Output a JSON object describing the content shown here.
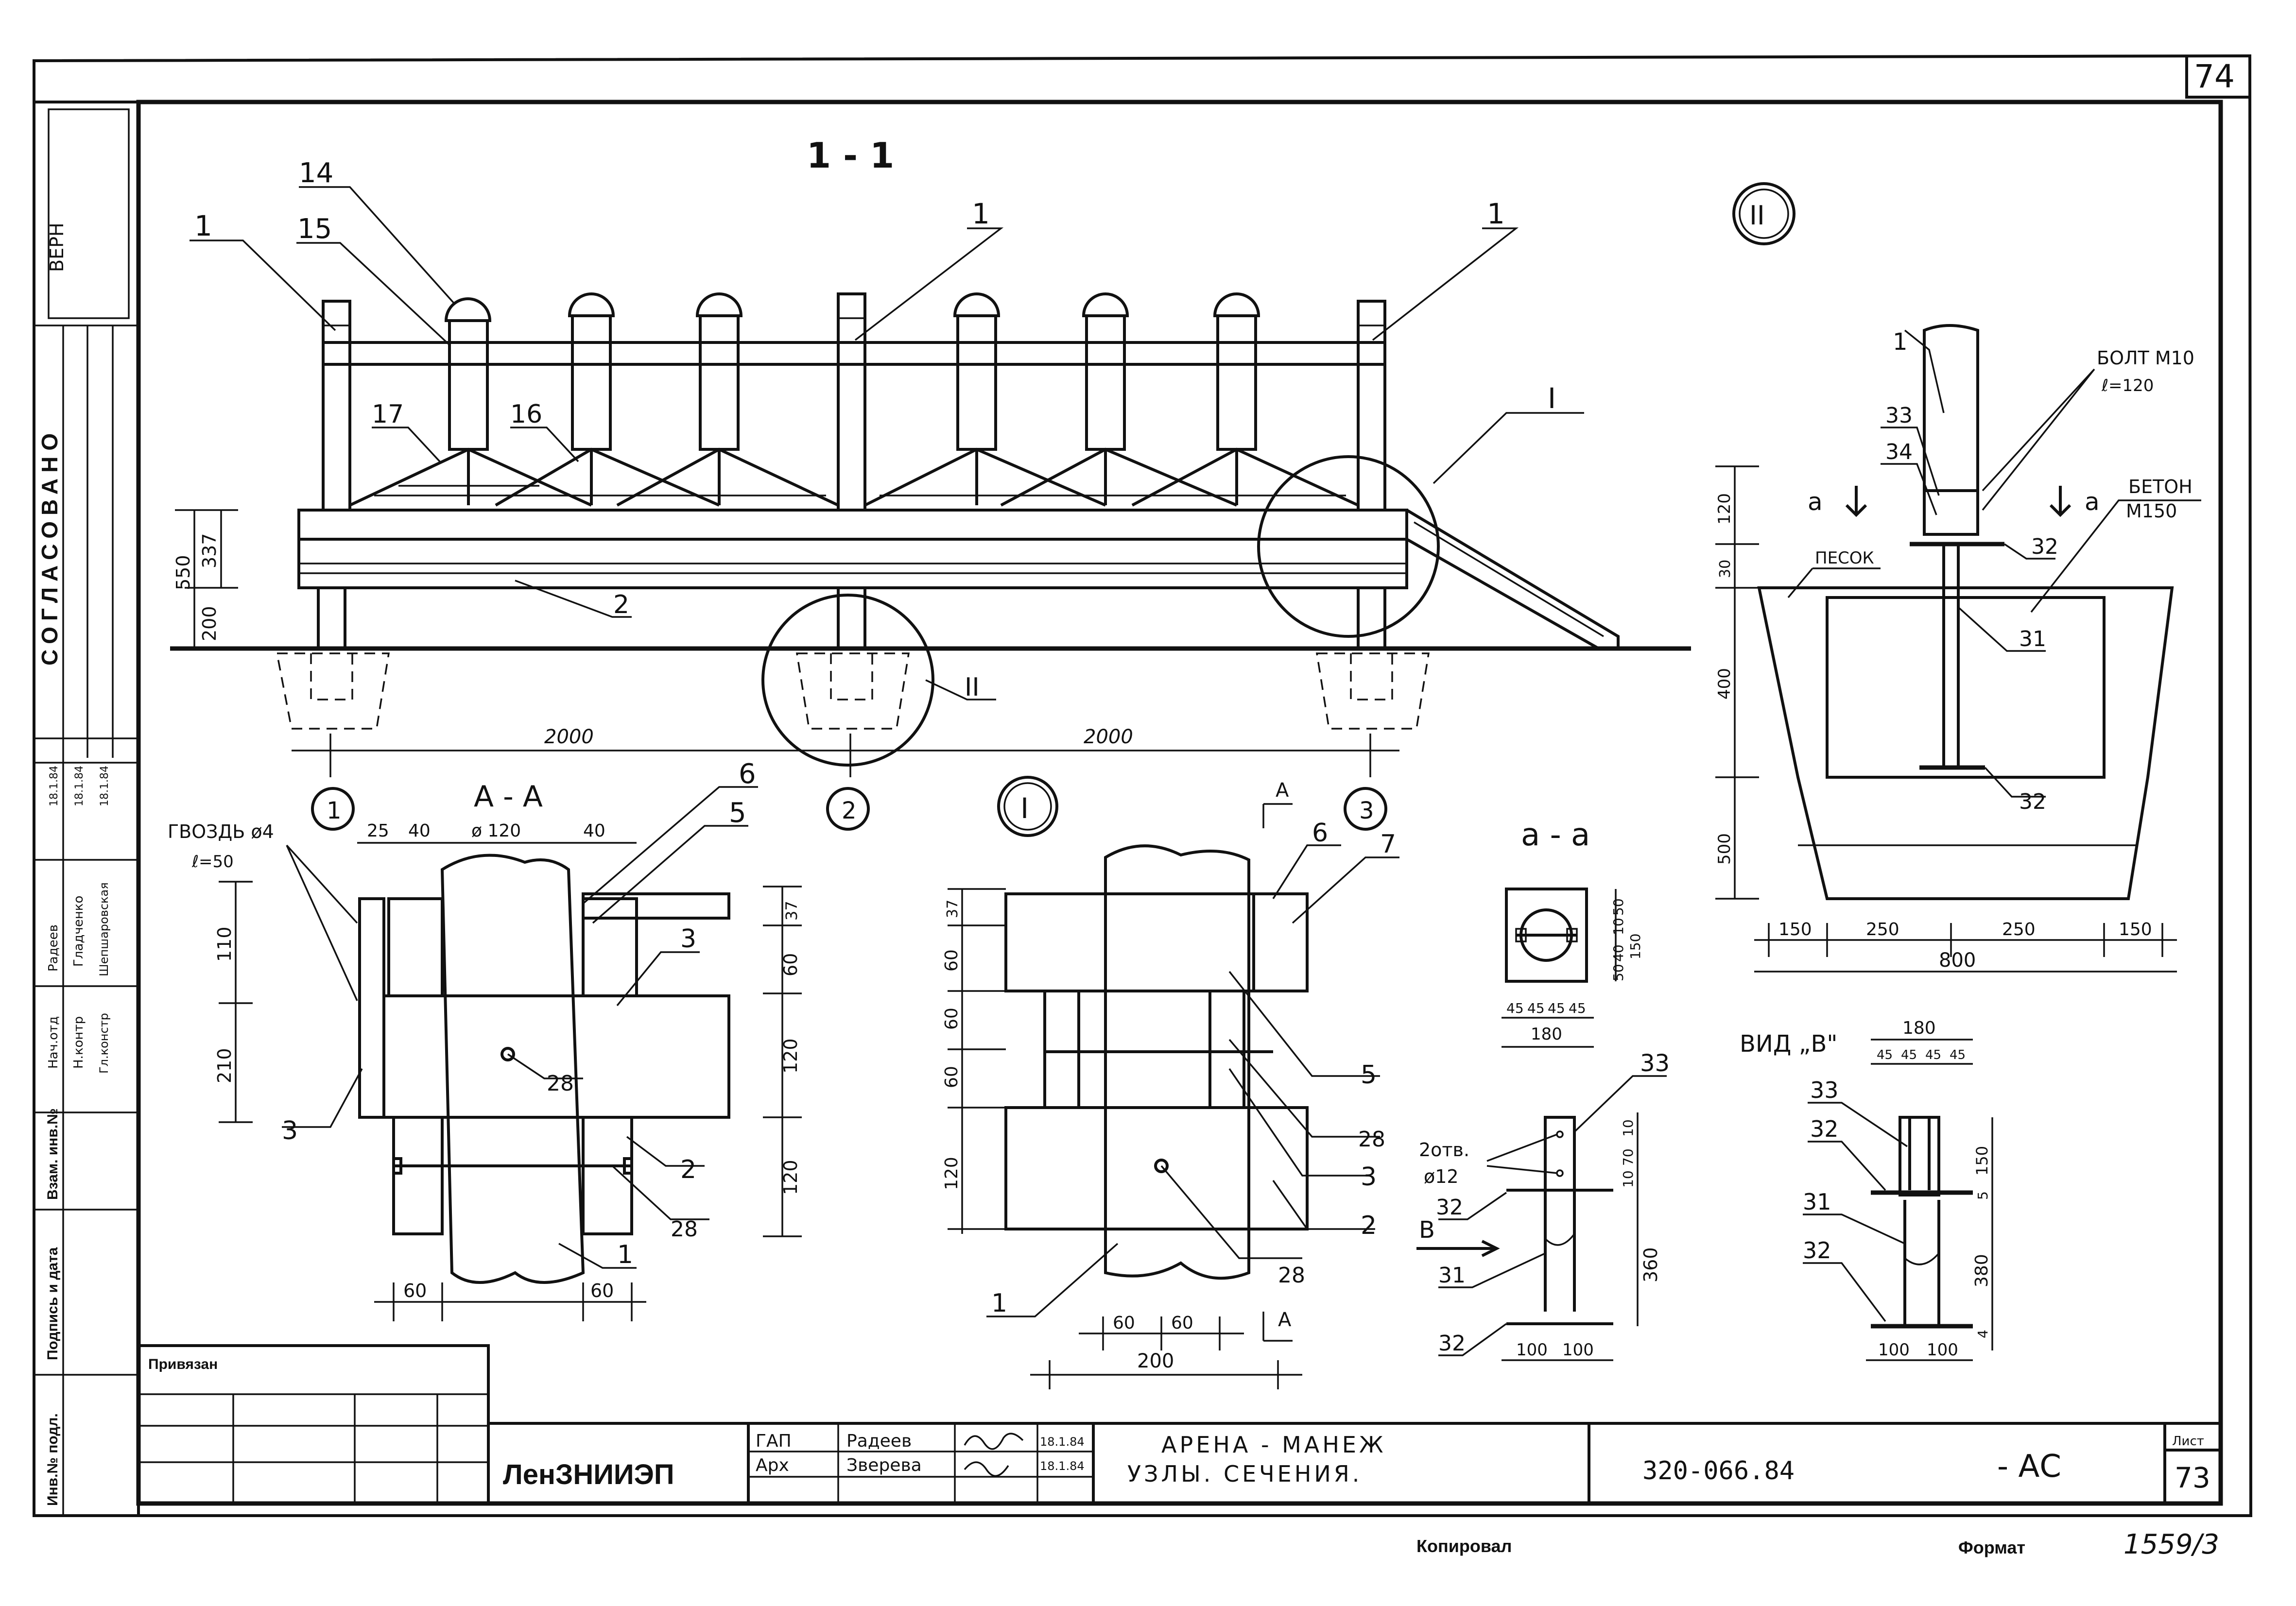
{
  "sheet": {
    "sheet_number_top": "74",
    "sheet_number_bottom": "73",
    "list_label": "Лист",
    "organization": "ЛенЗНИИЭП",
    "title_line1": "АРЕНА - МАНЕЖ",
    "title_line2": "УЗЛЫ. СЕЧЕНИЯ.",
    "code": "320-066.84",
    "mark": "- АС",
    "privyazan": "Привязан",
    "kopiroval": "Копировал",
    "format": "Формат",
    "format_number": "1559/3"
  },
  "signatures": [
    {
      "role": "ГАП",
      "name": "Радеев",
      "date": "18.1.84"
    },
    {
      "role": "Арх",
      "name": "Зверева",
      "date": "18.1.84"
    }
  ],
  "side_stamp": {
    "verno": "ВЕРН",
    "soglasovano": "СОГЛАСОВАНО",
    "approvals": [
      {
        "role": "Нач.отд",
        "name": "Радеев",
        "date": "18.1.84"
      },
      {
        "role": "Н.контр",
        "name": "Гладченко",
        "date": "18.1.84"
      },
      {
        "role": "Гл.констр",
        "name": "Шепшаровская",
        "date": "18.1.84"
      }
    ],
    "col_inv_podl": "Инв.№ подл.",
    "col_podpis": "Подпись и дата",
    "col_vzam": "Взам. инв.№"
  },
  "views": {
    "section_1_1": "1 - 1",
    "section_AA": "А - А",
    "section_aa": "а - а",
    "node_I": "I",
    "node_II": "II",
    "view_B": "ВИД „В\""
  },
  "main_section": {
    "position_labels": [
      "14",
      "15",
      "1",
      "1",
      "1",
      "17",
      "16",
      "2",
      "I",
      "II"
    ],
    "axes": [
      "1",
      "2",
      "3"
    ],
    "spans": [
      "2000",
      "2000"
    ],
    "height_dims": [
      "550",
      "337",
      "200"
    ]
  },
  "section_AA": {
    "top_dims": [
      "25",
      "40",
      "ø 120",
      "40"
    ],
    "nail": "ГВОЗДЬ ø4",
    "nail_len": "ℓ=50",
    "pos_labels": [
      "6",
      "5",
      "3",
      "28",
      "2",
      "28",
      "1",
      "3"
    ],
    "left_dims": [
      "110",
      "210"
    ],
    "right_dims": [
      "37",
      "60",
      "120",
      "120"
    ],
    "bottom_dims": [
      "60",
      "60"
    ]
  },
  "node_I_detail": {
    "pos_labels": [
      "6",
      "7",
      "5",
      "28",
      "3",
      "2",
      "28",
      "1"
    ],
    "left_dims": [
      "37",
      "60",
      "60",
      "60",
      "120"
    ],
    "bottom_dims": [
      "60",
      "60",
      "200"
    ],
    "section_mark": "А"
  },
  "section_aa_detail": {
    "right_dims": [
      "50",
      "10",
      "40",
      "50",
      "150"
    ],
    "bottom_dims": [
      "45",
      "45",
      "45",
      "45",
      "180"
    ],
    "pos_labels": [
      "33",
      "32",
      "31",
      "32"
    ],
    "holes": "2отв.",
    "hole_dia": "ø12",
    "view_arrow": "В",
    "right_dims_2": [
      "10",
      "70",
      "10",
      "360"
    ],
    "bottom_dims_2": [
      "100",
      "100"
    ]
  },
  "node_II_detail": {
    "bolt": "БОЛТ М10",
    "bolt_len": "ℓ=120",
    "concrete": "БЕТОН",
    "concrete_grade": "М150",
    "sand": "ПЕСОК",
    "section_mark": "а",
    "pos_labels": [
      "1",
      "33",
      "34",
      "32",
      "31",
      "32"
    ],
    "left_dims": [
      "120",
      "30",
      "400",
      "500"
    ],
    "bottom_dims": [
      "150",
      "250",
      "250",
      "150",
      "800"
    ]
  },
  "view_B_detail": {
    "top_dims": [
      "180",
      "45",
      "45",
      "45",
      "45"
    ],
    "pos_labels": [
      "33",
      "32",
      "31",
      "32"
    ],
    "right_dims": [
      "150",
      "5",
      "380",
      "4"
    ],
    "bottom_dims": [
      "100",
      "100"
    ]
  }
}
